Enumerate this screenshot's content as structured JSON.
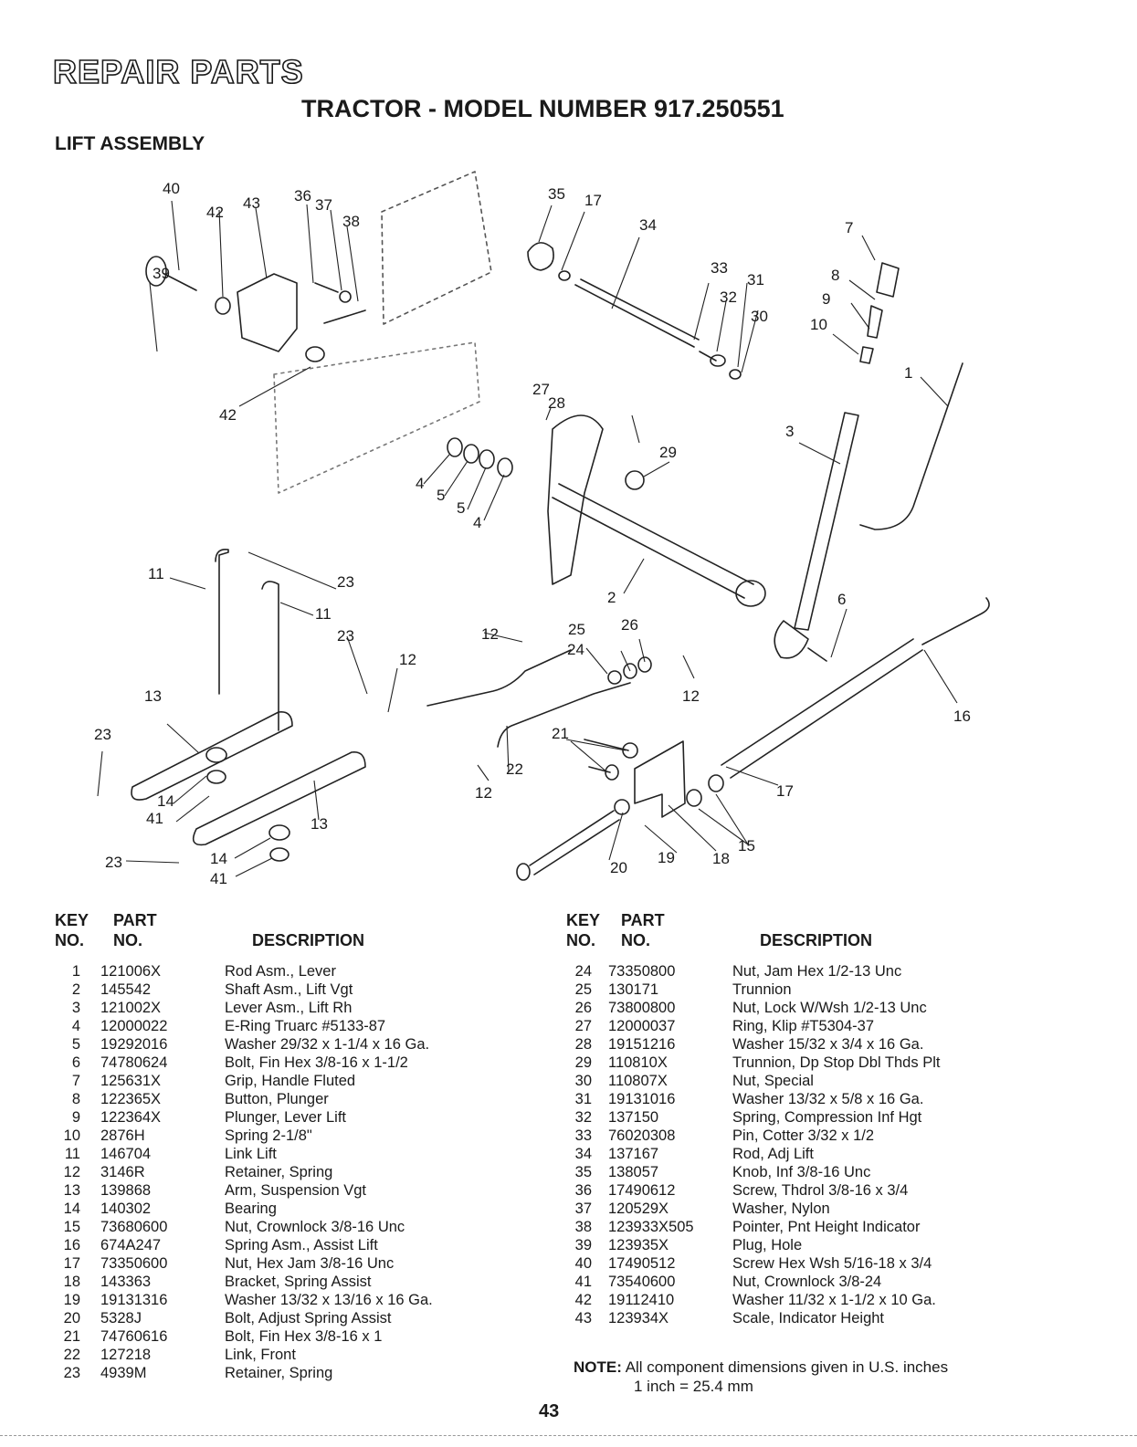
{
  "header": {
    "title": "REPAIR PARTS",
    "subtitle": "TRACTOR - MODEL NUMBER 917.250551",
    "section": "LIFT ASSEMBLY"
  },
  "diagram": {
    "callouts": [
      "40",
      "42",
      "43",
      "36",
      "37",
      "38",
      "39",
      "42",
      "35",
      "17",
      "34",
      "33",
      "31",
      "32",
      "30",
      "7",
      "8",
      "9",
      "10",
      "1",
      "27",
      "28",
      "29",
      "4",
      "5",
      "5",
      "4",
      "3",
      "2",
      "11",
      "23",
      "11",
      "23",
      "13",
      "12",
      "12",
      "25",
      "26",
      "24",
      "12",
      "6",
      "16",
      "23",
      "14",
      "41",
      "13",
      "23",
      "14",
      "41",
      "21",
      "22",
      "12",
      "17",
      "15",
      "20",
      "19",
      "18"
    ]
  },
  "table_headers": {
    "key": "KEY",
    "no": "NO.",
    "part": "PART",
    "part_no": "NO.",
    "description": "DESCRIPTION"
  },
  "parts_left": [
    {
      "key": "1",
      "part": "121006X",
      "desc": "Rod Asm., Lever"
    },
    {
      "key": "2",
      "part": "145542",
      "desc": "Shaft Asm., Lift Vgt"
    },
    {
      "key": "3",
      "part": "121002X",
      "desc": "Lever Asm., Lift Rh"
    },
    {
      "key": "4",
      "part": "12000022",
      "desc": "E-Ring Truarc #5133-87"
    },
    {
      "key": "5",
      "part": "19292016",
      "desc": "Washer 29/32 x 1-1/4 x 16 Ga."
    },
    {
      "key": "6",
      "part": "74780624",
      "desc": "Bolt, Fin Hex 3/8-16 x 1-1/2"
    },
    {
      "key": "7",
      "part": "125631X",
      "desc": "Grip, Handle Fluted"
    },
    {
      "key": "8",
      "part": "122365X",
      "desc": "Button, Plunger"
    },
    {
      "key": "9",
      "part": "122364X",
      "desc": "Plunger, Lever Lift"
    },
    {
      "key": "10",
      "part": "2876H",
      "desc": "Spring 2-1/8\""
    },
    {
      "key": "11",
      "part": "146704",
      "desc": "Link Lift"
    },
    {
      "key": "12",
      "part": "3146R",
      "desc": "Retainer, Spring"
    },
    {
      "key": "13",
      "part": "139868",
      "desc": "Arm, Suspension Vgt"
    },
    {
      "key": "14",
      "part": "140302",
      "desc": "Bearing"
    },
    {
      "key": "15",
      "part": "73680600",
      "desc": "Nut, Crownlock 3/8-16 Unc"
    },
    {
      "key": "16",
      "part": "674A247",
      "desc": "Spring Asm., Assist Lift"
    },
    {
      "key": "17",
      "part": "73350600",
      "desc": "Nut, Hex Jam 3/8-16 Unc"
    },
    {
      "key": "18",
      "part": "143363",
      "desc": "Bracket, Spring Assist"
    },
    {
      "key": "19",
      "part": "19131316",
      "desc": "Washer 13/32 x 13/16 x 16 Ga."
    },
    {
      "key": "20",
      "part": "5328J",
      "desc": "Bolt, Adjust Spring Assist"
    },
    {
      "key": "21",
      "part": "74760616",
      "desc": "Bolt, Fin Hex 3/8-16 x 1"
    },
    {
      "key": "22",
      "part": "127218",
      "desc": "Link, Front"
    },
    {
      "key": "23",
      "part": "4939M",
      "desc": "Retainer, Spring"
    }
  ],
  "parts_right": [
    {
      "key": "24",
      "part": "73350800",
      "desc": "Nut, Jam Hex 1/2-13 Unc"
    },
    {
      "key": "25",
      "part": "130171",
      "desc": "Trunnion"
    },
    {
      "key": "26",
      "part": "73800800",
      "desc": "Nut, Lock W/Wsh 1/2-13 Unc"
    },
    {
      "key": "27",
      "part": "12000037",
      "desc": "Ring, Klip #T5304-37"
    },
    {
      "key": "28",
      "part": "19151216",
      "desc": "Washer 15/32 x 3/4 x 16 Ga."
    },
    {
      "key": "29",
      "part": "110810X",
      "desc": "Trunnion, Dp Stop Dbl Thds Plt"
    },
    {
      "key": "30",
      "part": "110807X",
      "desc": "Nut, Special"
    },
    {
      "key": "31",
      "part": "19131016",
      "desc": "Washer 13/32 x 5/8 x 16 Ga."
    },
    {
      "key": "32",
      "part": "137150",
      "desc": "Spring, Compression Inf Hgt"
    },
    {
      "key": "33",
      "part": "76020308",
      "desc": "Pin, Cotter 3/32 x 1/2"
    },
    {
      "key": "34",
      "part": "137167",
      "desc": "Rod, Adj Lift"
    },
    {
      "key": "35",
      "part": "138057",
      "desc": "Knob, Inf 3/8-16 Unc"
    },
    {
      "key": "36",
      "part": "17490612",
      "desc": "Screw, Thdrol 3/8-16 x 3/4"
    },
    {
      "key": "37",
      "part": "120529X",
      "desc": "Washer, Nylon"
    },
    {
      "key": "38",
      "part": "123933X505",
      "desc": "Pointer, Pnt Height Indicator"
    },
    {
      "key": "39",
      "part": "123935X",
      "desc": "Plug, Hole"
    },
    {
      "key": "40",
      "part": "17490512",
      "desc": "Screw Hex Wsh 5/16-18 x 3/4"
    },
    {
      "key": "41",
      "part": "73540600",
      "desc": "Nut, Crownlock 3/8-24"
    },
    {
      "key": "42",
      "part": "19112410",
      "desc": "Washer 11/32 x 1-1/2 x 10 Ga."
    },
    {
      "key": "43",
      "part": "123934X",
      "desc": "Scale, Indicator Height"
    }
  ],
  "note": {
    "label": "NOTE:",
    "line1": "All component dimensions given in U.S. inches",
    "line2": "1 inch = 25.4 mm"
  },
  "page_number": "43"
}
